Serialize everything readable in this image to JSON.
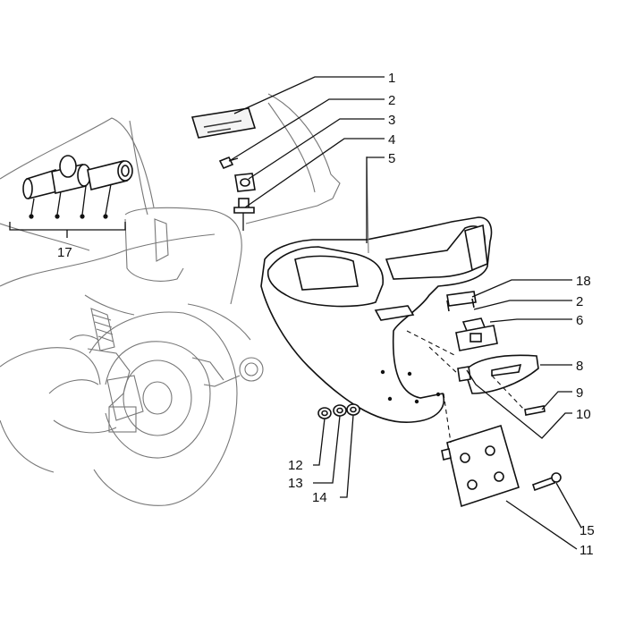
{
  "callouts": [
    {
      "id": "c1",
      "text": "1"
    },
    {
      "id": "c2",
      "text": "2"
    },
    {
      "id": "c3",
      "text": "3"
    },
    {
      "id": "c4",
      "text": "4"
    },
    {
      "id": "c5",
      "text": "5"
    },
    {
      "id": "c17",
      "text": "17"
    },
    {
      "id": "c18",
      "text": "18"
    },
    {
      "id": "c2b",
      "text": "2"
    },
    {
      "id": "c6",
      "text": "6"
    },
    {
      "id": "c8",
      "text": "8"
    },
    {
      "id": "c9",
      "text": "9"
    },
    {
      "id": "c10",
      "text": "10"
    },
    {
      "id": "c12",
      "text": "12"
    },
    {
      "id": "c13",
      "text": "13"
    },
    {
      "id": "c14",
      "text": "14"
    },
    {
      "id": "c15",
      "text": "15"
    },
    {
      "id": "c11",
      "text": "11"
    }
  ]
}
